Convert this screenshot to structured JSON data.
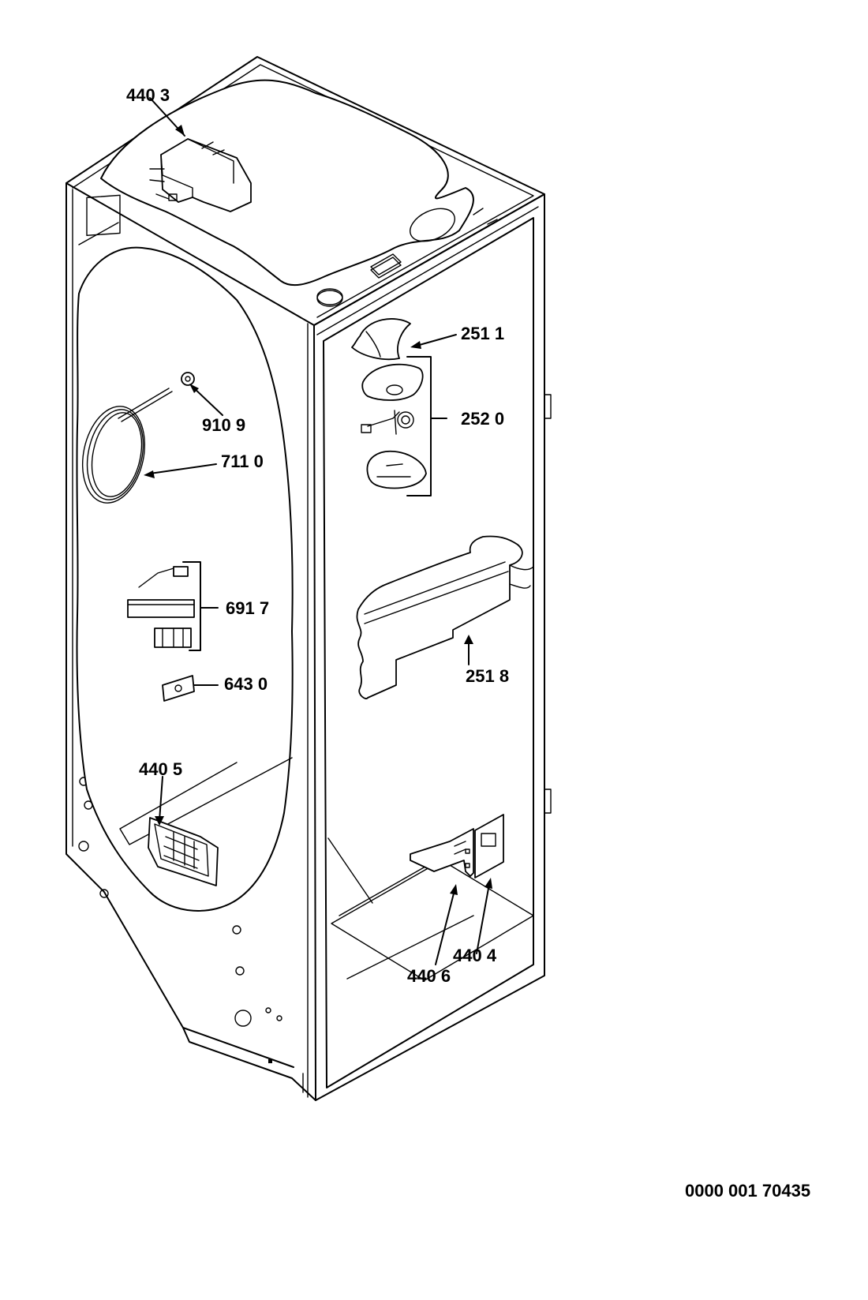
{
  "labels": {
    "part_440_3": "440 3",
    "part_251_1": "251 1",
    "part_252_0": "252 0",
    "part_910_9": "910 9",
    "part_711_0": "711 0",
    "part_691_7": "691 7",
    "part_643_0": "643 0",
    "part_251_8": "251 8",
    "part_440_5": "440 5",
    "part_440_4": "440 4",
    "part_440_6": "440 6"
  },
  "document_number": "0000 001 70435"
}
